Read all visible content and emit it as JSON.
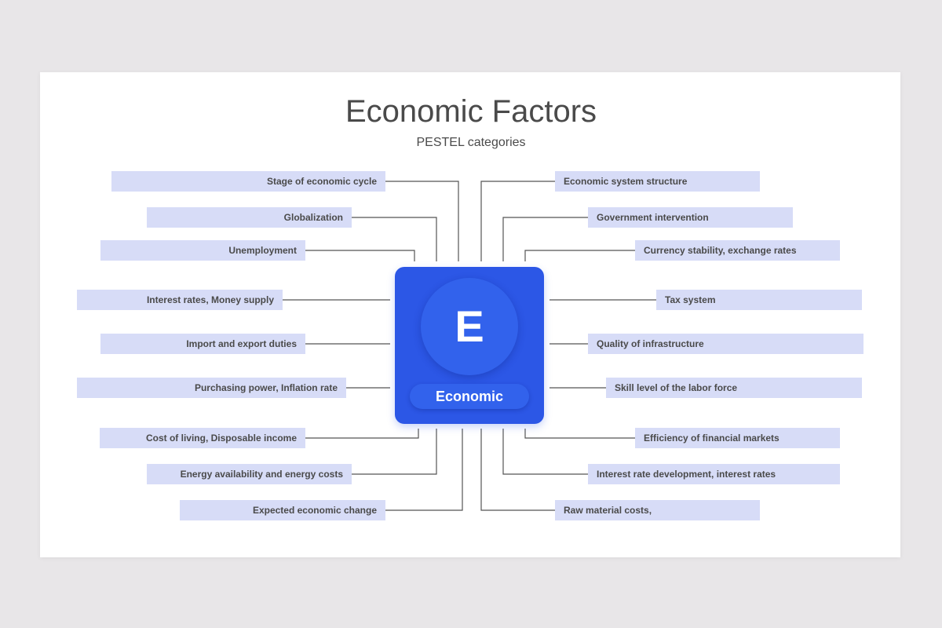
{
  "header": {
    "title": "Economic Factors",
    "subtitle": "PESTEL categories"
  },
  "hub": {
    "letter": "E",
    "label": "Economic",
    "color": "#2c57e6"
  },
  "left_factors": [
    "Stage of economic cycle",
    "Globalization",
    "Unemployment",
    "Interest rates, Money supply",
    "Import and export duties",
    "Purchasing power, Inflation rate",
    "Cost of living, Disposable income",
    "Energy availability and energy costs",
    "Expected economic change"
  ],
  "right_factors": [
    "Economic system structure",
    "Government intervention",
    "Currency stability, exchange rates",
    "Tax system",
    "Quality of infrastructure",
    "Skill level of the labor force",
    "Efficiency of financial markets",
    "Interest rate development, interest rates",
    "Raw material costs,"
  ],
  "colors": {
    "box_fill": "#d7dcf7",
    "connector": "#555555"
  }
}
